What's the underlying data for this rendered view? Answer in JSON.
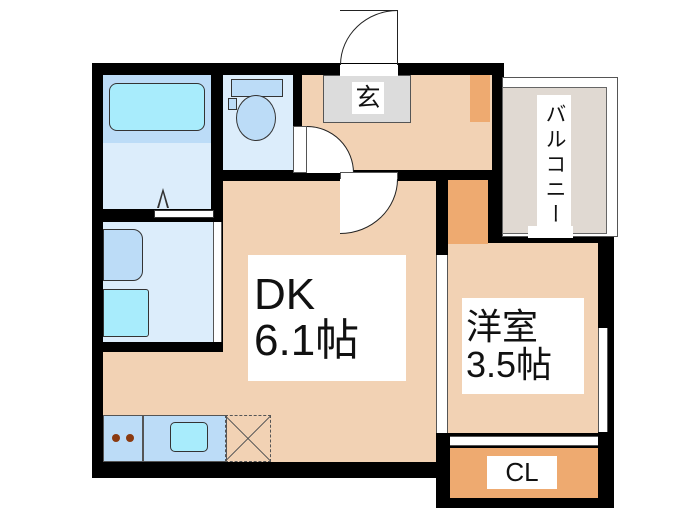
{
  "floor_plan": {
    "rooms": [
      {
        "id": "dk",
        "name": "DK",
        "size": "6.1帖"
      },
      {
        "id": "western",
        "name": "洋室",
        "size": "3.5帖"
      },
      {
        "id": "closet",
        "name": "CL"
      },
      {
        "id": "entrance",
        "name": "玄"
      },
      {
        "id": "balcony",
        "name": "バルコニー"
      },
      {
        "id": "bath",
        "name": ""
      },
      {
        "id": "toilet",
        "name": ""
      },
      {
        "id": "washroom",
        "name": ""
      }
    ],
    "labels": {
      "dk_name": "DK",
      "dk_size": "6.1帖",
      "western_name": "洋室",
      "western_size": "3.5帖",
      "closet": "CL",
      "entrance": "玄",
      "balcony": "バルコニー"
    },
    "colors": {
      "floor": "#f2d2b4",
      "storage": "#eeaa70",
      "wet_area": "#dcedfb",
      "fixtures": "#bcdcf7",
      "entrance": "#dcdcdc",
      "balcony": "#e0d9d2",
      "wall": "#000000"
    }
  }
}
